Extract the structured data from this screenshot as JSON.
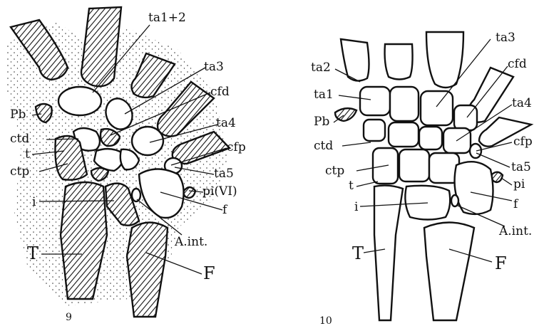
{
  "figures": [
    {
      "number": "9",
      "labels": [
        "ta1+2",
        "ta3",
        "cfd",
        "ta4",
        "cfp",
        "ta5",
        "pi(VI)",
        "f",
        "A.int.",
        "F",
        "T",
        "i",
        "ctp",
        "t",
        "ctd",
        "Pb"
      ]
    },
    {
      "number": "10",
      "labels": [
        "ta3",
        "ta2",
        "cfd",
        "ta1",
        "ta4",
        "Pb",
        "ctd",
        "cfp",
        "ctp",
        "ta5",
        "t",
        "pi",
        "i",
        "f",
        "A.int.",
        "T",
        "F"
      ]
    }
  ]
}
